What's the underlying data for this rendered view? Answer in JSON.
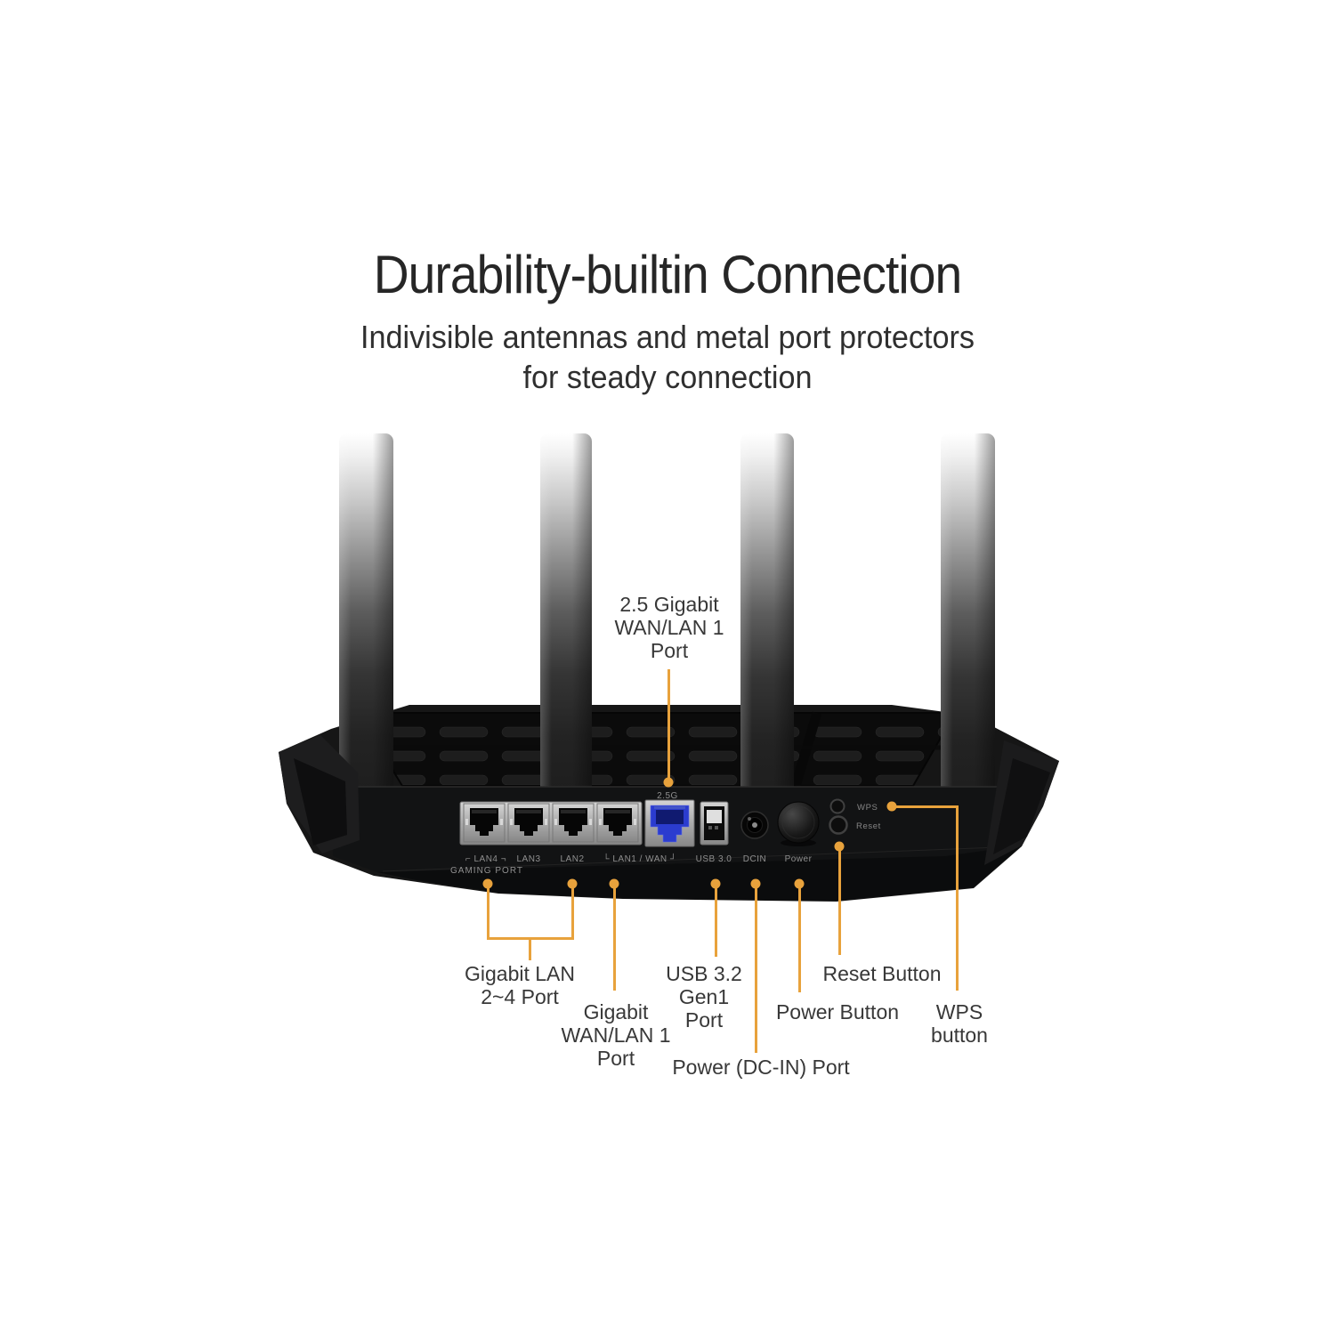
{
  "header": {
    "title": "Durability-builtin Connection",
    "subtitle_line1": "Indivisible antennas and metal port protectors",
    "subtitle_line2": "for steady connection"
  },
  "colors": {
    "accent": "#E8A23C",
    "port_blue": "#2B3CCF",
    "body_black": "#141414",
    "label_text": "#383838"
  },
  "device": {
    "print": {
      "speed": "2.5G",
      "lan4_group": "⌐ LAN4 ¬",
      "lan3": "LAN3",
      "lan2": "LAN2",
      "lan1_wan": "└ LAN1 / WAN ┘",
      "usb": "USB 3.0",
      "dcin": "DCIN",
      "power": "Power",
      "gaming_port": "GAMING PORT",
      "wps": "WPS",
      "reset": "Reset"
    }
  },
  "callouts": {
    "top_port": {
      "lines": [
        "2.5 Gigabit",
        "WAN/LAN 1",
        "Port"
      ]
    },
    "lan_group": {
      "lines": [
        "Gigabit LAN",
        "2~4 Port"
      ]
    },
    "wan_lan1": {
      "lines": [
        "Gigabit",
        "WAN/LAN 1",
        "Port"
      ]
    },
    "usb": {
      "lines": [
        "USB 3.2",
        "Gen1",
        "Port"
      ]
    },
    "dc_in": {
      "label": "Power (DC-IN) Port"
    },
    "power_button": {
      "label": "Power Button"
    },
    "reset_button": {
      "label": "Reset Button"
    },
    "wps_button": {
      "lines": [
        "WPS",
        "button"
      ]
    }
  }
}
